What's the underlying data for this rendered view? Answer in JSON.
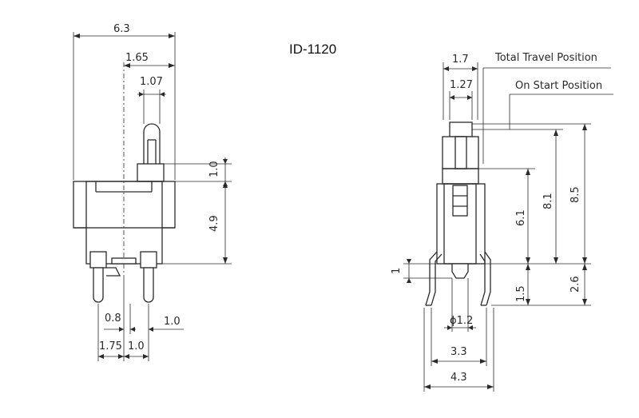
{
  "title": "ID-1120",
  "labels": {
    "total_travel": "Total Travel Position",
    "on_start": "On Start Position"
  },
  "front_view": {
    "width": "6.3",
    "offset_to_center": "1.65",
    "plunger_width": "1.07",
    "plunger_step": "1.0",
    "body_height": "4.9",
    "pin_width": "0.8",
    "pin_spacing_right": "1.0",
    "pin_offset_left": "1.75",
    "pin_spacing": "1.0"
  },
  "side_view": {
    "plunger_outer": "1.7",
    "plunger_inner": "1.27",
    "height_to_step": "6.1",
    "total_travel_height": "8.1",
    "on_start_height": "8.5",
    "boss_depth": "1",
    "lead_bend": "1.5",
    "lead_length": "2.6",
    "boss_diameter": "ϕ1.2",
    "inner_width": "3.3",
    "outer_width": "4.3"
  }
}
